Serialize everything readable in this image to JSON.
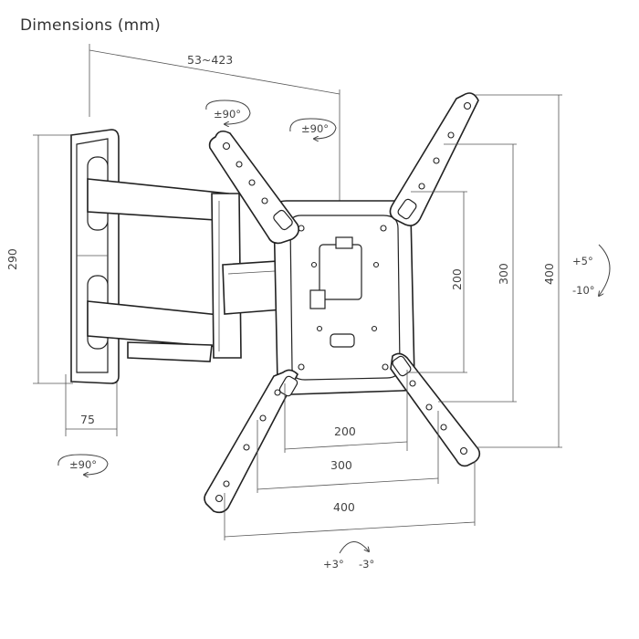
{
  "title": "Dimensions (mm)",
  "dimensions": {
    "arm_extension": "53~423",
    "wall_plate_height": "290",
    "wall_plate_depth": "75",
    "vesa_h_200": "200",
    "vesa_h_300": "300",
    "vesa_h_400": "400",
    "vesa_v_200": "200",
    "vesa_v_300": "300",
    "vesa_v_400": "400"
  },
  "rotation": {
    "swivel_top_left": "±90°",
    "swivel_top_right": "±90°",
    "swivel_bottom_left": "±90°",
    "tilt_up": "+5°",
    "tilt_down": "-10°",
    "level_left": "+3°",
    "level_right": "-3°"
  }
}
